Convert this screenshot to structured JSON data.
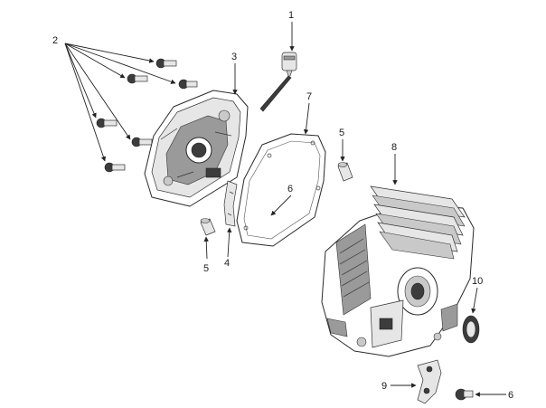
{
  "callouts": {
    "c1": "1",
    "c2": "2",
    "c3": "3",
    "c4": "4",
    "c5a": "5",
    "c5b": "5",
    "c6a": "6",
    "c6b": "6",
    "c7": "7",
    "c8": "8",
    "c9": "9",
    "c10": "10"
  },
  "colors": {
    "line": "#222222",
    "shade": "#9a9a9a",
    "dark": "#3c3c3c"
  }
}
